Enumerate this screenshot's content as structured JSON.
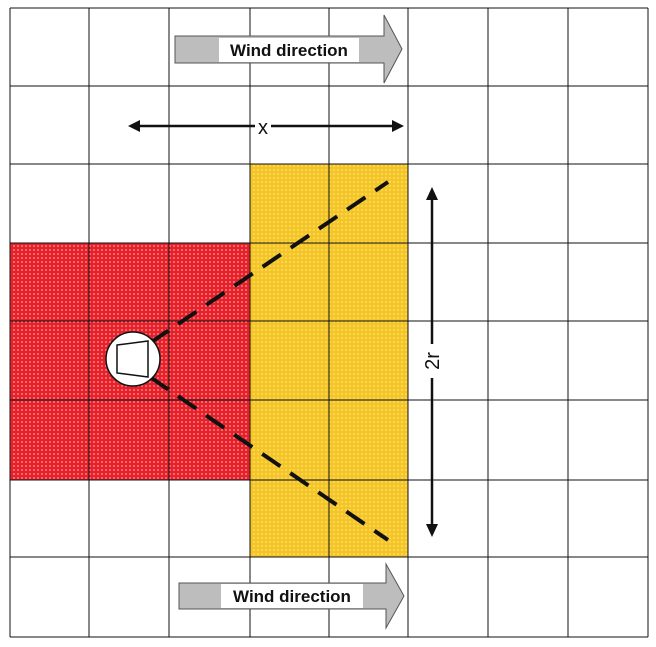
{
  "wind_arrow_top": {
    "label": "Wind direction"
  },
  "wind_arrow_bottom": {
    "label": "Wind direction"
  },
  "dimension_x": {
    "label": "x"
  },
  "dimension_2r": {
    "label": "2r"
  },
  "colors": {
    "red_zone": "#e8202a",
    "yellow_zone": "#f4c525",
    "grid_line": "#111111",
    "arrow_fill": "#bdbdbd"
  },
  "icons": {
    "source": "fan-source-icon"
  }
}
